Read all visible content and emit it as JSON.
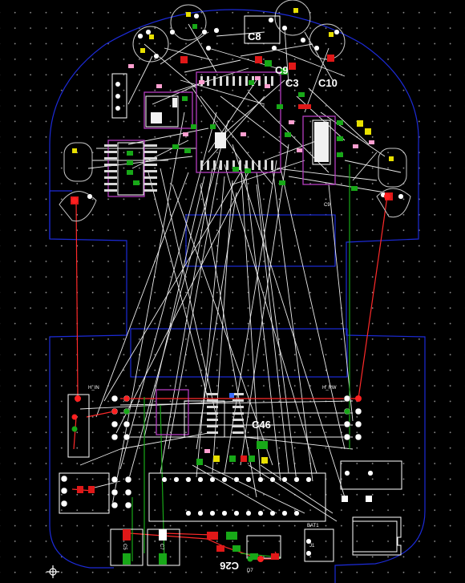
{
  "colors": {
    "background": "#000000",
    "grid_dot": "#8a8a8a",
    "outline": "#1c2bd8",
    "ratsnest": "#ffffff",
    "trace": "#ff2a2a",
    "silkscreen": "#ffffff",
    "component_outline": "#ffffff",
    "copper_pad": "#d8d8d8",
    "keepout": "#b43cc0",
    "smd_red": "#e01818",
    "smd_green": "#18a818",
    "smd_pink": "#ff9fd0",
    "smd_yellow": "#e8e000",
    "via": "#ff2020"
  },
  "designators": {
    "c8": "C8",
    "c9_top": "C9",
    "c3": "C3",
    "c10": "C10",
    "c46": "C46",
    "c26": "C26",
    "c5": "C5",
    "c7": "C7",
    "c9_bottom": "C9",
    "h_in": "H_IN",
    "h_rw": "H_RW",
    "bat1": "BAT1",
    "j1": "J1",
    "d7": "D7"
  }
}
